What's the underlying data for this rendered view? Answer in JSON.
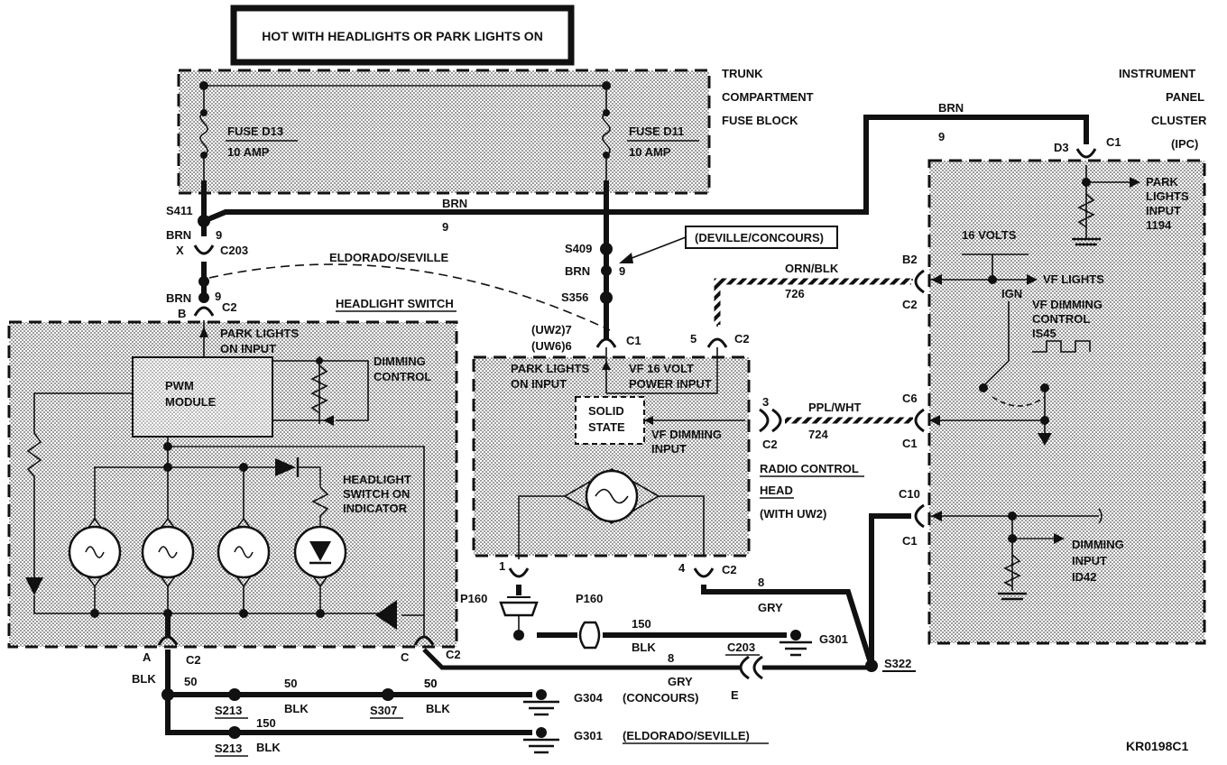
{
  "title": "HOT WITH HEADLIGHTS OR PARK LIGHTS ON",
  "figure_id": "KR0198C1",
  "components": {
    "trunk_fuse_block": [
      "TRUNK",
      "COMPARTMENT",
      "FUSE BLOCK"
    ],
    "fuse_d13": [
      "FUSE D13",
      "10 AMP"
    ],
    "fuse_d11": [
      "FUSE D11",
      "10 AMP"
    ],
    "ipc": [
      "INSTRUMENT",
      "PANEL",
      "CLUSTER",
      "(IPC)"
    ],
    "headlight_switch": "HEADLIGHT SWITCH",
    "pwm_module": [
      "PWM",
      "MODULE"
    ],
    "dimming_control": [
      "DIMMING",
      "CONTROL"
    ],
    "hl_indicator": [
      "HEADLIGHT",
      "SWITCH ON",
      "INDICATOR"
    ],
    "radio_head": [
      "RADIO CONTROL",
      "HEAD",
      "(WITH UW2)"
    ],
    "solid_state": [
      "SOLID",
      "STATE"
    ],
    "park_lights_input_radio": [
      "PARK LIGHTS",
      "ON INPUT"
    ],
    "vf_power": [
      "VF  16 VOLT",
      "POWER INPUT"
    ],
    "vf_dimming_input": [
      "VF DIMMING",
      "INPUT"
    ],
    "park_lights_on_input": [
      "PARK LIGHTS",
      "ON INPUT"
    ],
    "ipc_park_input": [
      "PARK",
      "LIGHTS",
      "INPUT",
      "1194"
    ],
    "sixteen_volts": "16 VOLTS",
    "vf_lights": "VF LIGHTS",
    "ign": "IGN",
    "vf_dimming_control": [
      "VF DIMMING",
      "CONTROL",
      "IS45"
    ],
    "dimming_input": [
      "DIMMING",
      "INPUT",
      "ID42"
    ],
    "deville_concours": "(DEVILLE/CONCOURS)",
    "eldorado_seville": "ELDORADO/SEVILLE"
  },
  "labels": {
    "brn": "BRN",
    "brn9": "9",
    "blk": "BLK",
    "gry": "GRY",
    "orn_blk": "ORN/BLK",
    "c726": "726",
    "ppl_wht": "PPL/WHT",
    "c724": "724",
    "s411": "S411",
    "s409": "S409",
    "s356": "S356",
    "s322": "S322",
    "s213a": "S213",
    "s213b": "S213",
    "s307": "S307",
    "c203": "C203",
    "c2": "C2",
    "c1": "C1",
    "d3": "D3",
    "b2": "B2",
    "c6": "C6",
    "c10": "C10",
    "x": "X",
    "b": "B",
    "a": "A",
    "c": "C",
    "e": "E",
    "uw2": "(UW2)7",
    "uw6": "(UW6)6",
    "n5": "5",
    "n3": "3",
    "n1": "1",
    "n4": "4",
    "n8": "8",
    "n50": "50",
    "n150": "150",
    "p160a": "P160",
    "p160b": "P160",
    "g301a": "G301",
    "g301b": "G301",
    "g304": "G304",
    "concours": "(CONCOURS)",
    "eldorado_seville_paren": "(ELDORADO/SEVILLE)"
  }
}
